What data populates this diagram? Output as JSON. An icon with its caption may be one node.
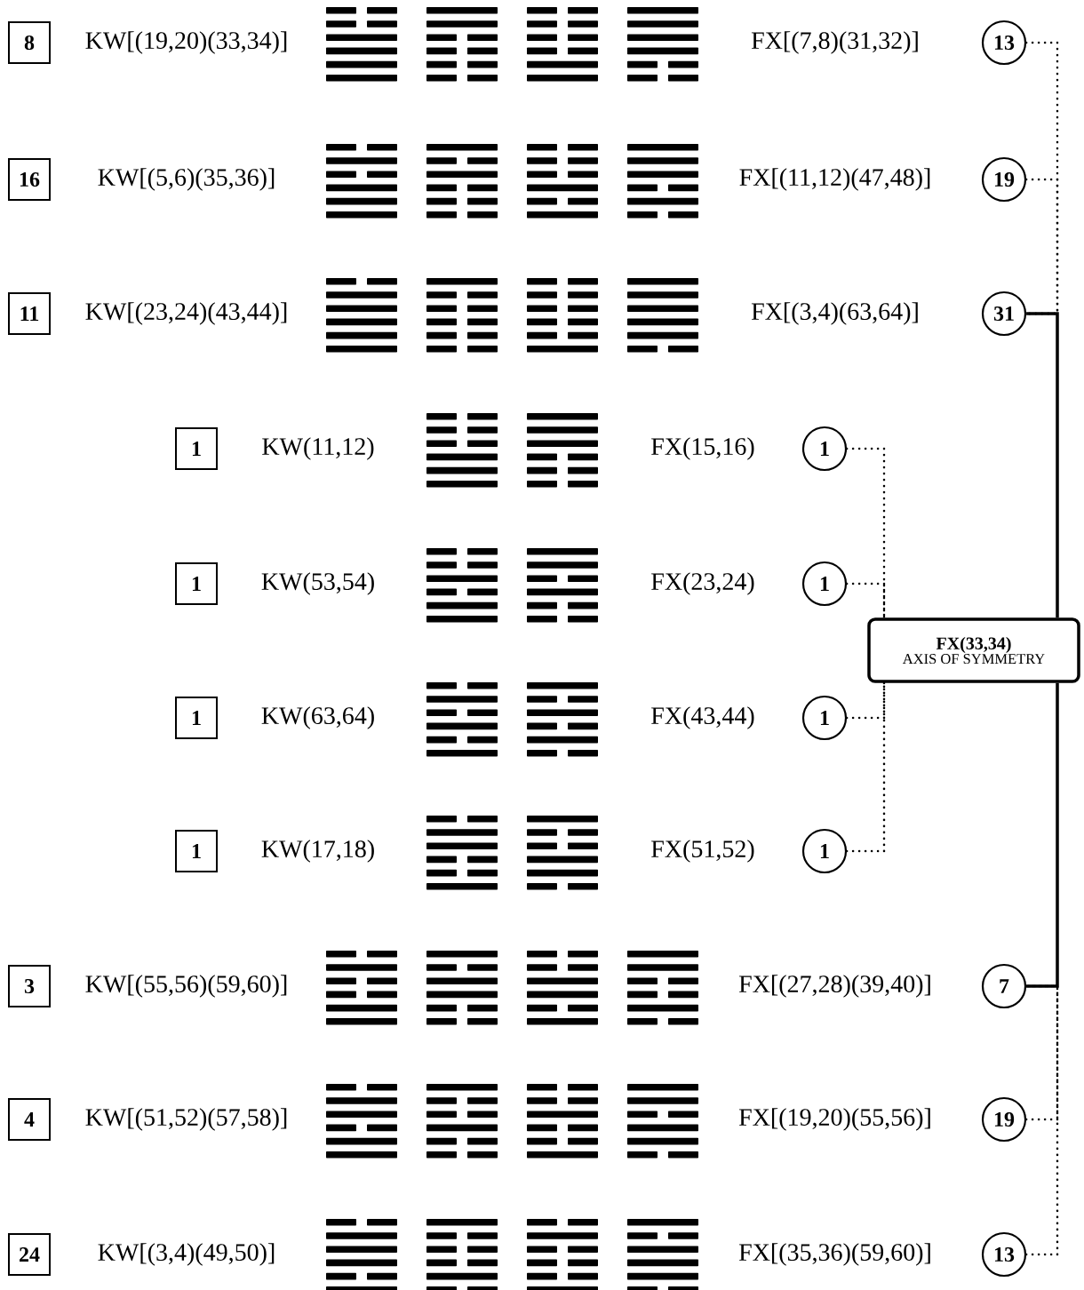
{
  "diagram": {
    "nodes": [
      {
        "text": [
          "8"
        ]
      },
      {
        "text": [
          "13"
        ]
      },
      {
        "text": [
          "16"
        ]
      },
      {
        "text": [
          "19"
        ]
      },
      {
        "text": [
          "11"
        ]
      },
      {
        "text": [
          "31"
        ]
      },
      {
        "text": [
          "1"
        ]
      },
      {
        "text": [
          "1"
        ]
      },
      {
        "text": [
          "1"
        ]
      },
      {
        "text": [
          "1"
        ]
      },
      {
        "text": [
          "FX(33,34)",
          "AXIS OF SYMMETRY"
        ]
      },
      {
        "text": [
          "1"
        ]
      },
      {
        "text": [
          "1"
        ]
      },
      {
        "text": [
          "1"
        ]
      },
      {
        "text": [
          "1"
        ]
      },
      {
        "text": [
          "3"
        ]
      },
      {
        "text": [
          "7"
        ]
      },
      {
        "text": [
          "4"
        ]
      },
      {
        "text": [
          "19"
        ]
      },
      {
        "text": [
          "24"
        ]
      },
      {
        "text": [
          "13"
        ]
      }
    ],
    "edges": [
      {
        "from": 1,
        "to": 5,
        "arrow": "none",
        "style": "dashed"
      },
      {
        "from": 3,
        "to": 5,
        "arrow": "none",
        "style": "dashed"
      },
      {
        "from": 7,
        "to": 10,
        "arrow": "none",
        "style": "dashed"
      },
      {
        "from": 9,
        "to": 10,
        "arrow": "none",
        "style": "dashed"
      },
      {
        "from": 12,
        "to": 10,
        "arrow": "none",
        "style": "dashed"
      },
      {
        "from": 14,
        "to": 10,
        "arrow": "none",
        "style": "dashed"
      },
      {
        "from": 18,
        "to": 16,
        "arrow": "none",
        "style": "dashed"
      },
      {
        "from": 20,
        "to": 16,
        "arrow": "none",
        "style": "dashed"
      },
      {
        "from": 5,
        "to": 10,
        "arrow": "none"
      },
      {
        "from": 10,
        "to": 16,
        "arrow": "none"
      }
    ],
    "labels": [
      "KW[(19,20)(33,34)]",
      "FX[(7,8)(31,32)]",
      "KW[(5,6)(35,36)]",
      "FX[(11,12)(47,48)]",
      "KW[(23,24)(43,44)]",
      "FX[(3,4)(63,64)]",
      "KW(11,12)",
      "FX(15,16)",
      "KW(53,54)",
      "FX(23,24)",
      "KW(63,64)",
      "FX(43,44)",
      "KW(17,18)",
      "FX(51,52)",
      "KW[(55,56)(59,60)]",
      "FX[(27,28)(39,40)]",
      "KW[(51,52)(57,58)]",
      "FX[(19,20)(55,56)]",
      "KW[(3,4)(49,50)]",
      "FX[(35,36)(59,60)]"
    ]
  }
}
